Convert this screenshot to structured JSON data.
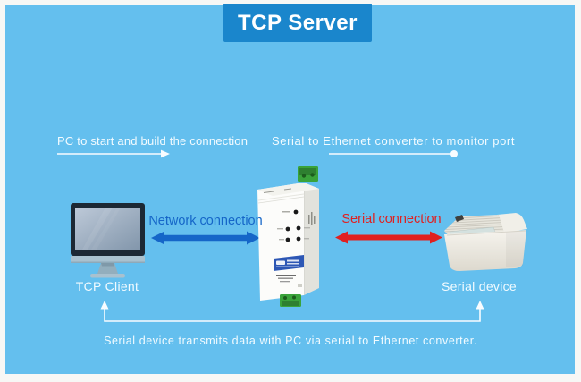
{
  "colors": {
    "background": "#64bfee",
    "frame": "#f7f7f5",
    "title_bg": "#1a86cc",
    "white_text": "#f2fbff",
    "network_blue": "#1566c8",
    "serial_red": "#e02020",
    "terminal_green": "#3aa33a",
    "converter_label_blue": "#2d57b5"
  },
  "header": {
    "title": "TCP Server"
  },
  "annotations": {
    "left": "PC to start and build the connection",
    "right": "Serial to Ethernet converter to monitor port",
    "bottom": "Serial device transmits data with PC via serial to Ethernet converter."
  },
  "nodes": {
    "client": {
      "label": "TCP Client"
    },
    "device": {
      "label": "Serial device"
    }
  },
  "links": {
    "network": {
      "label": "Network connection"
    },
    "serial": {
      "label": "Serial connection"
    }
  },
  "icons": {
    "monitor": "monitor-illustration",
    "converter": "serial-ethernet-converter-illustration",
    "printer": "printer-illustration"
  }
}
